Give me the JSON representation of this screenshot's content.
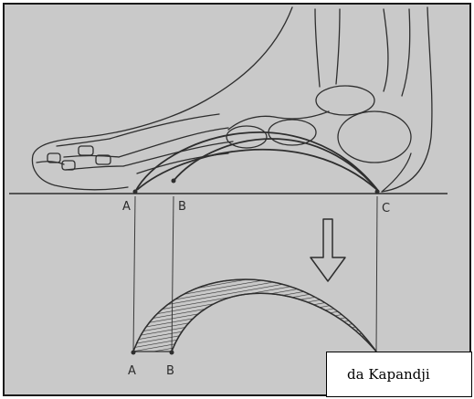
{
  "figure": {
    "point_labels": {
      "top": [
        "A",
        "B",
        "C"
      ],
      "bottom": [
        "A",
        "B"
      ]
    },
    "caption": "da Kapandji",
    "colors": {
      "paper": "#c9c9c9",
      "ink": "#2e2e2e",
      "frame": "#1a1a1a"
    },
    "icons": [
      "downward-arrow-icon"
    ]
  }
}
